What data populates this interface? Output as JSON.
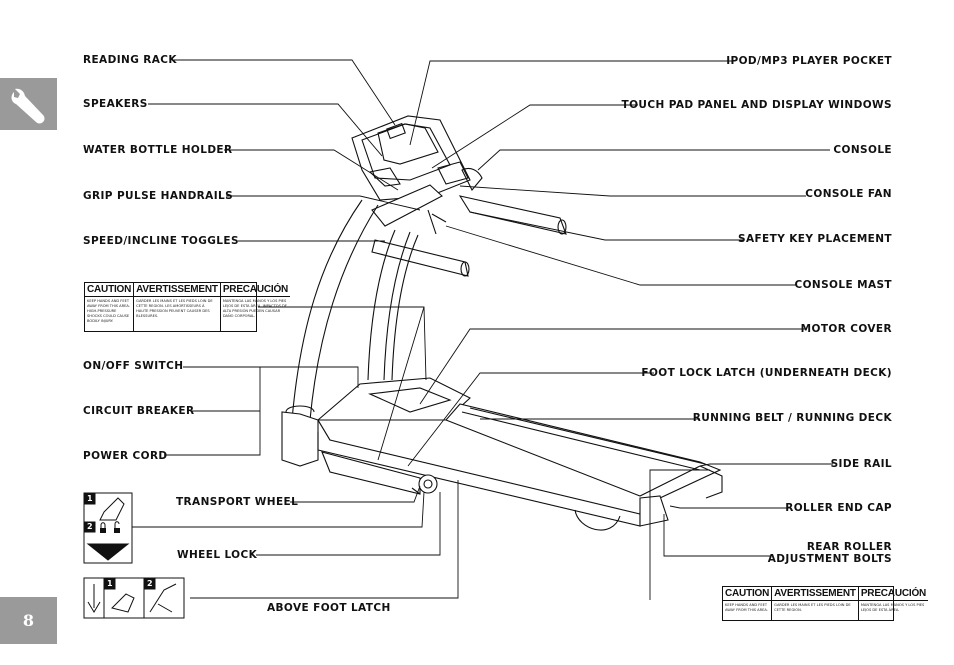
{
  "page_number": "8",
  "labels_left": {
    "reading_rack": "READING RACK",
    "speakers": "SPEAKERS",
    "water_bottle_holder": "WATER BOTTLE HOLDER",
    "grip_pulse_handrails": "GRIP PULSE HANDRAILS",
    "speed_incline_toggles": "SPEED/INCLINE TOGGLES",
    "on_off_switch": "ON/OFF SWITCH",
    "circuit_breaker": "CIRCUIT BREAKER",
    "power_cord": "POWER CORD",
    "transport_wheel": "TRANSPORT WHEEL",
    "wheel_lock": "WHEEL LOCK",
    "above_foot_latch": "ABOVE FOOT LATCH"
  },
  "labels_right": {
    "ipod_pocket": "IPOD/MP3 PLAYER POCKET",
    "touch_pad": "TOUCH PAD PANEL AND DISPLAY WINDOWS",
    "console": "CONSOLE",
    "console_fan": "CONSOLE FAN",
    "safety_key": "SAFETY KEY PLACEMENT",
    "console_mast": "CONSOLE MAST",
    "motor_cover": "MOTOR COVER",
    "foot_lock_latch": "FOOT LOCK LATCH (UNDERNEATH DECK)",
    "running_belt": "RUNNING BELT / RUNNING DECK",
    "side_rail": "SIDE RAIL",
    "roller_end_cap": "ROLLER END CAP",
    "rear_roller_1": "REAR ROLLER",
    "rear_roller_2": "ADJUSTMENT BOLTS"
  },
  "warning_large": {
    "h1": "CAUTION",
    "h2": "AVERTISSEMENT",
    "h3": "PRECAUCIÓN",
    "t1": "KEEP HANDS AND FEET AWAY FROM THIS AREA. HIGH-PRESSURE SHOCKS COULD CAUSE BODILY INJURY.",
    "t2": "GARDER LES MAINS ET LES PIEDS LOIN DE CETTE REGION. LES AMORTISSEURS À HAUTE PRESSION PEUVENT CAUSER DES BLESSURES.",
    "t3": "MANTENGA LAS MANOS Y LOS PIES LEJOS DE ESTA ÁREA. IMPACTOS DE ALTA PRESIÓN PUEDEN CAUSAR DAÑO CORPORAL."
  },
  "warning_small": {
    "h1": "CAUTION",
    "h2": "AVERTISSEMENT",
    "h3": "PRECAUCIÓN",
    "t1": "KEEP HANDS AND FEET AWAY FROM THIS AREA.",
    "t2": "GARDER LES MAINS ET LES PIEDS LOIN DE CETTE REGION.",
    "t3": "MANTENGA LAS MANOS Y LOS PIES LEJOS DE ESTA ÁREA."
  },
  "step_numbers": {
    "one": "1",
    "two": "2"
  },
  "icons": {
    "tab": "wrench-icon",
    "lock": "padlock-icon",
    "unlock": "unlock-icon"
  }
}
